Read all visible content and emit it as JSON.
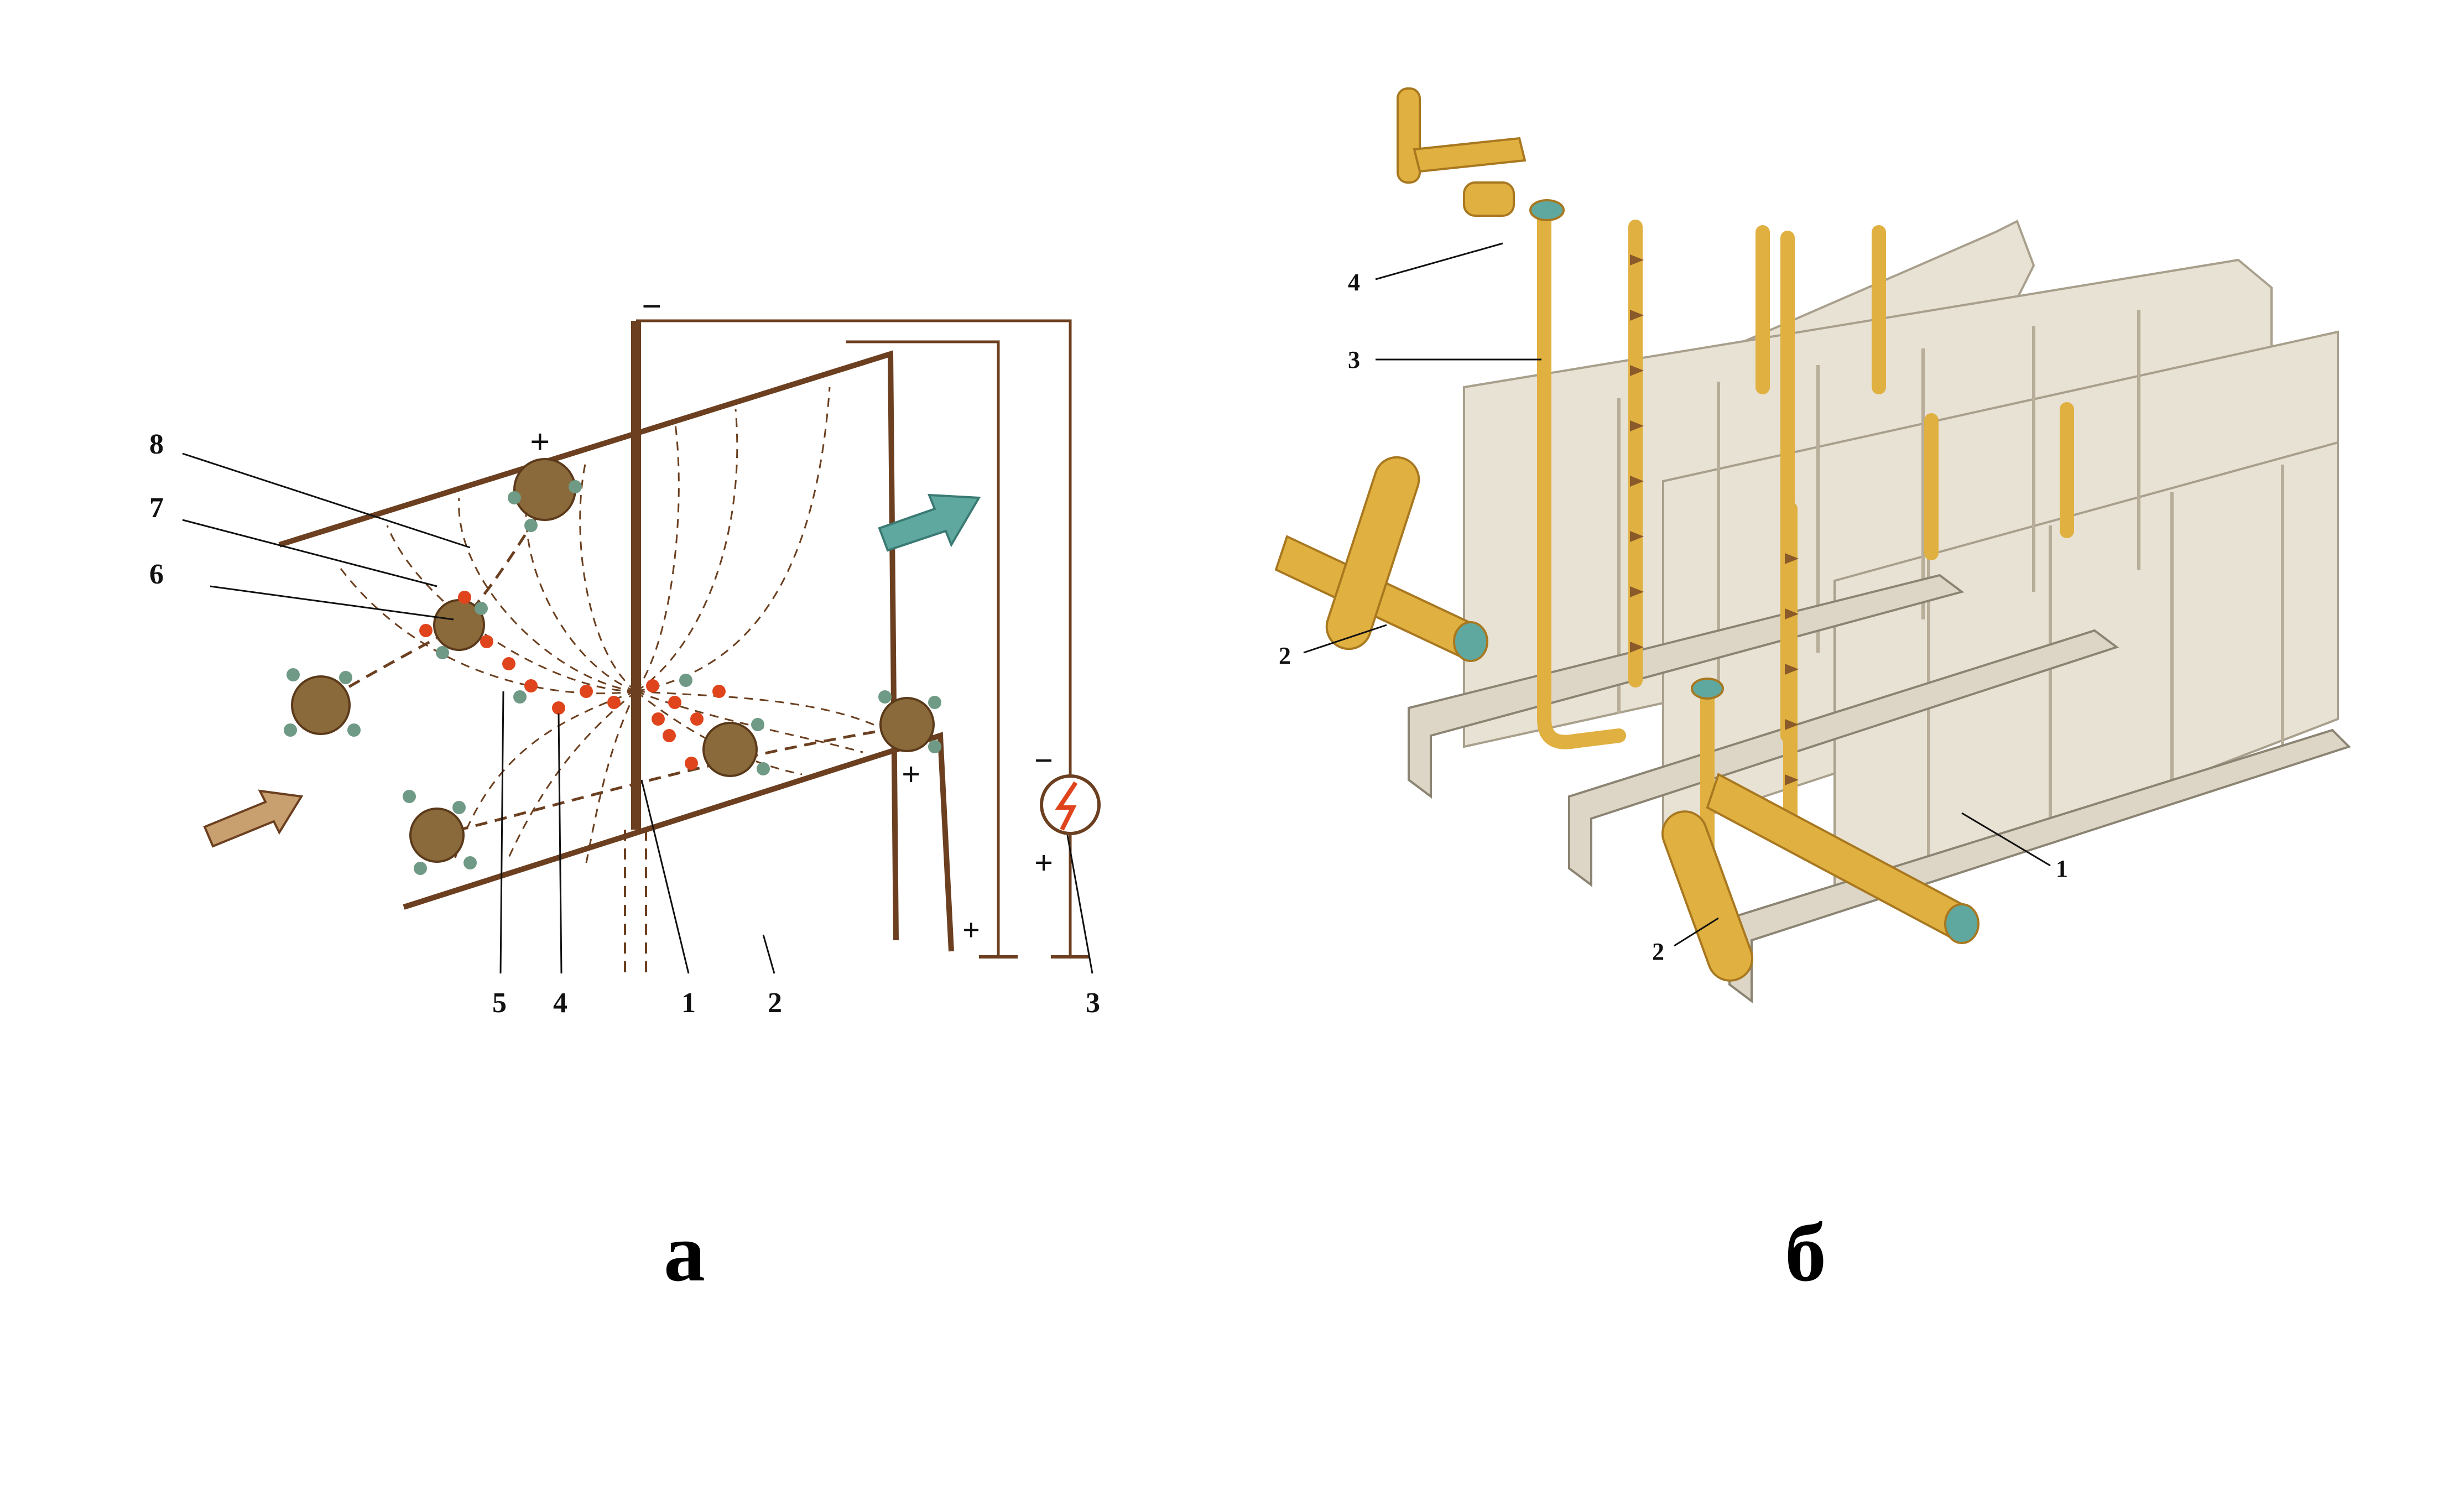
{
  "panel_a": {
    "labels": [
      "8",
      "7",
      "6",
      "5",
      "4",
      "1",
      "2",
      "3"
    ],
    "caption": "а",
    "signs": {
      "minus_top": "−",
      "plus_collector": "+",
      "plus_lower": "+",
      "minus_source": "−",
      "plus_source": "+",
      "plus_ground": "+"
    }
  },
  "panel_b": {
    "labels": [
      "4",
      "3",
      "2",
      "2",
      "1"
    ],
    "caption": "б"
  },
  "colors": {
    "frame": "#6b3f1f",
    "particle": "#8a6a3a",
    "ion_red": "#e0441c",
    "ion_green": "#6f9a86",
    "arrow_teal": "#5fa8a0",
    "gold": "#e0b040",
    "plate": "#e8e2d4"
  }
}
